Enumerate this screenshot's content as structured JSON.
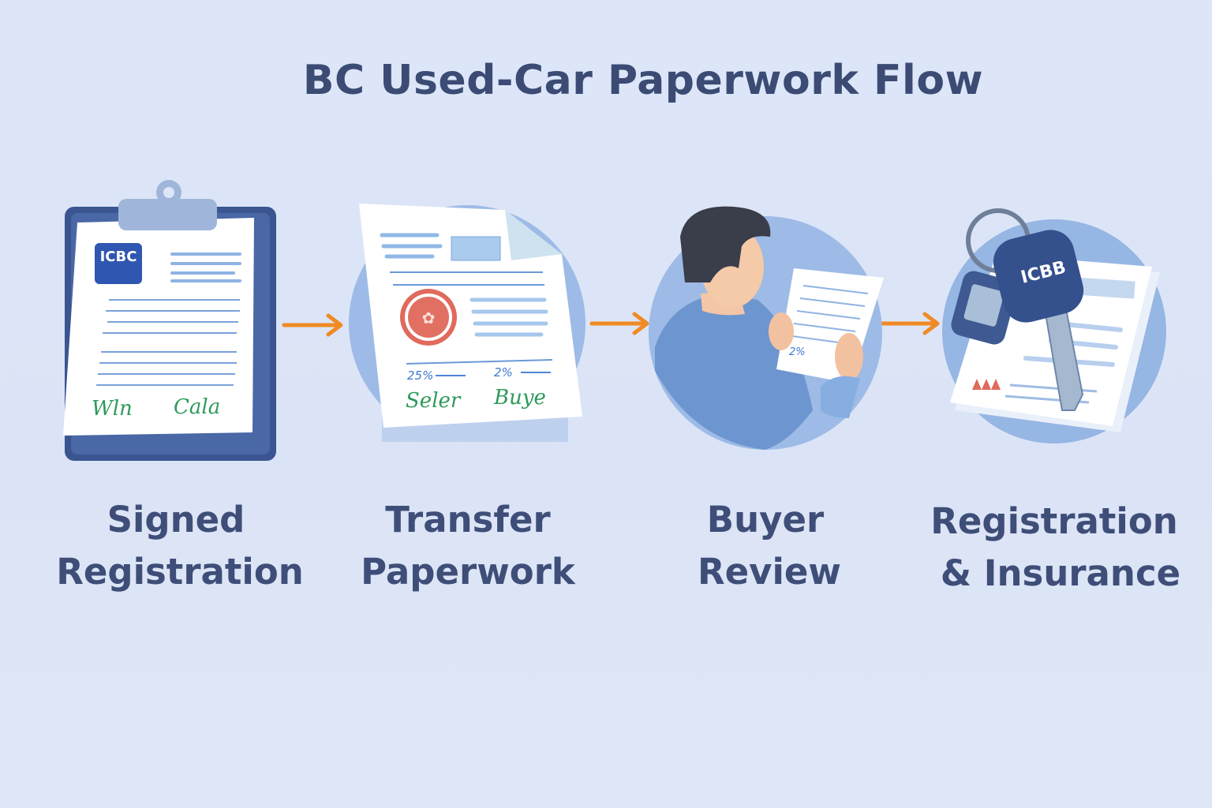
{
  "title": "BC Used-Car Paperwork  Flow",
  "steps": [
    {
      "line1": "Signed",
      "line2": "Registration",
      "badge": "ICBC",
      "signature_left": "Wln",
      "signature_right": "Cala"
    },
    {
      "line1": "Transfer",
      "line2": "Paperwork",
      "pct_left": "25%",
      "pct_right": "2%",
      "signature_left": "Seler",
      "signature_right": "Buye"
    },
    {
      "line1": "Buyer",
      "line2": "Review",
      "paper_note": "2%"
    },
    {
      "line1": "Registration",
      "line2": "& Insurance",
      "key_label": "ICBB"
    }
  ],
  "colors": {
    "arrow": "#f08a24",
    "navy": "#3b4b74",
    "stamp": "#e06a5c",
    "signature": "#2e9a5a"
  }
}
